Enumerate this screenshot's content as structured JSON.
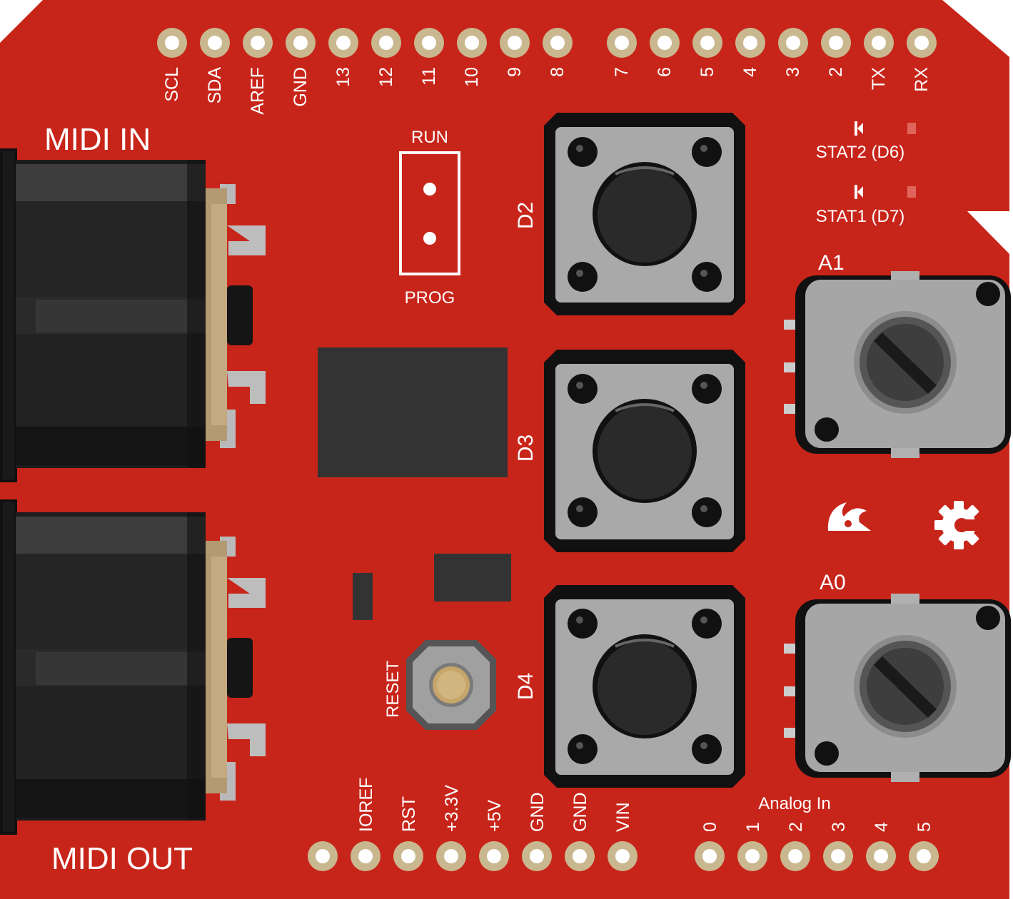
{
  "board": {
    "colors": {
      "pcb": "#c8251a",
      "pad_ring": "#c9b88f",
      "pad_hole": "#ffffff",
      "connector_dark": "#1c1c1c",
      "connector_mid": "#2c2c2c",
      "connector_band": "#3e3e3e",
      "brass_plate": "#b39a72",
      "pin_metal": "#b9b9b9",
      "button_gray": "#a9a9a9",
      "button_black": "#111111",
      "chip_dark": "#333333",
      "pot_body": "#a6a6a6",
      "silk_white": "#ffffff"
    }
  },
  "digital_header": {
    "pins": [
      "SCL",
      "SDA",
      "AREF",
      "GND",
      "13",
      "12",
      "11",
      "10",
      "9",
      "8",
      "7",
      "6",
      "5",
      "4",
      "3",
      "2",
      "TX",
      "RX"
    ]
  },
  "power_header": {
    "pins": [
      "IOREF",
      "RST",
      "+3.3V",
      "+5V",
      "GND",
      "GND",
      "VIN"
    ]
  },
  "analog_header": {
    "title": "Analog In",
    "pins": [
      "0",
      "1",
      "2",
      "3",
      "4",
      "5"
    ]
  },
  "midi": {
    "in_label": "MIDI IN",
    "out_label": "MIDI OUT"
  },
  "jumper": {
    "run_label": "RUN",
    "prog_label": "PROG"
  },
  "buttons": [
    {
      "label": "D2"
    },
    {
      "label": "D3"
    },
    {
      "label": "D4"
    }
  ],
  "reset": {
    "label": "RESET"
  },
  "leds": [
    {
      "label": "STAT2 (D6)"
    },
    {
      "label": "STAT1 (D7)"
    }
  ],
  "pots": [
    {
      "label": "A1"
    },
    {
      "label": "A0"
    }
  ],
  "logos": [
    "sparkfun-flame-logo",
    "open-hardware-gear-logo"
  ]
}
